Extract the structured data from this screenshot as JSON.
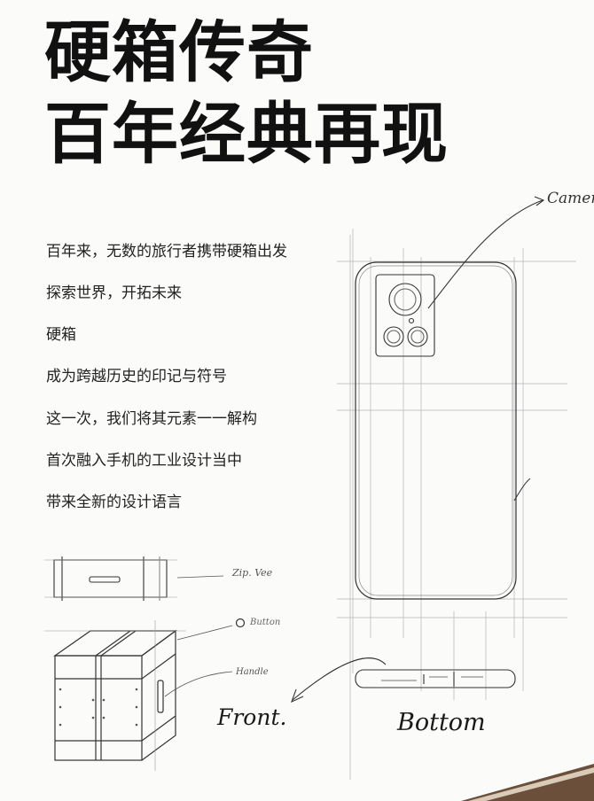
{
  "headline": {
    "line1": "硬箱传奇",
    "line2": "百年经典再现"
  },
  "intro": [
    "百年来，无数的旅行者携带硬箱出发",
    "探索世界，开拓未来",
    "硬箱",
    "成为跨越历史的印记与符号"
  ],
  "design": [
    "这一次，我们将其元素一一解构",
    "首次融入手机的工业设计当中",
    "带来全新的设计语言"
  ],
  "sketch_labels": {
    "camera": "Camera",
    "zipper": "Zip. Vee",
    "button": "Button",
    "handle": "Handle",
    "front": "Front.",
    "bottom": "Bottom"
  },
  "colors": {
    "background": "#fbfbfa",
    "text": "#141414",
    "sketch_line": "#3a3a3a",
    "accent_corner": "#6b4f3a"
  }
}
